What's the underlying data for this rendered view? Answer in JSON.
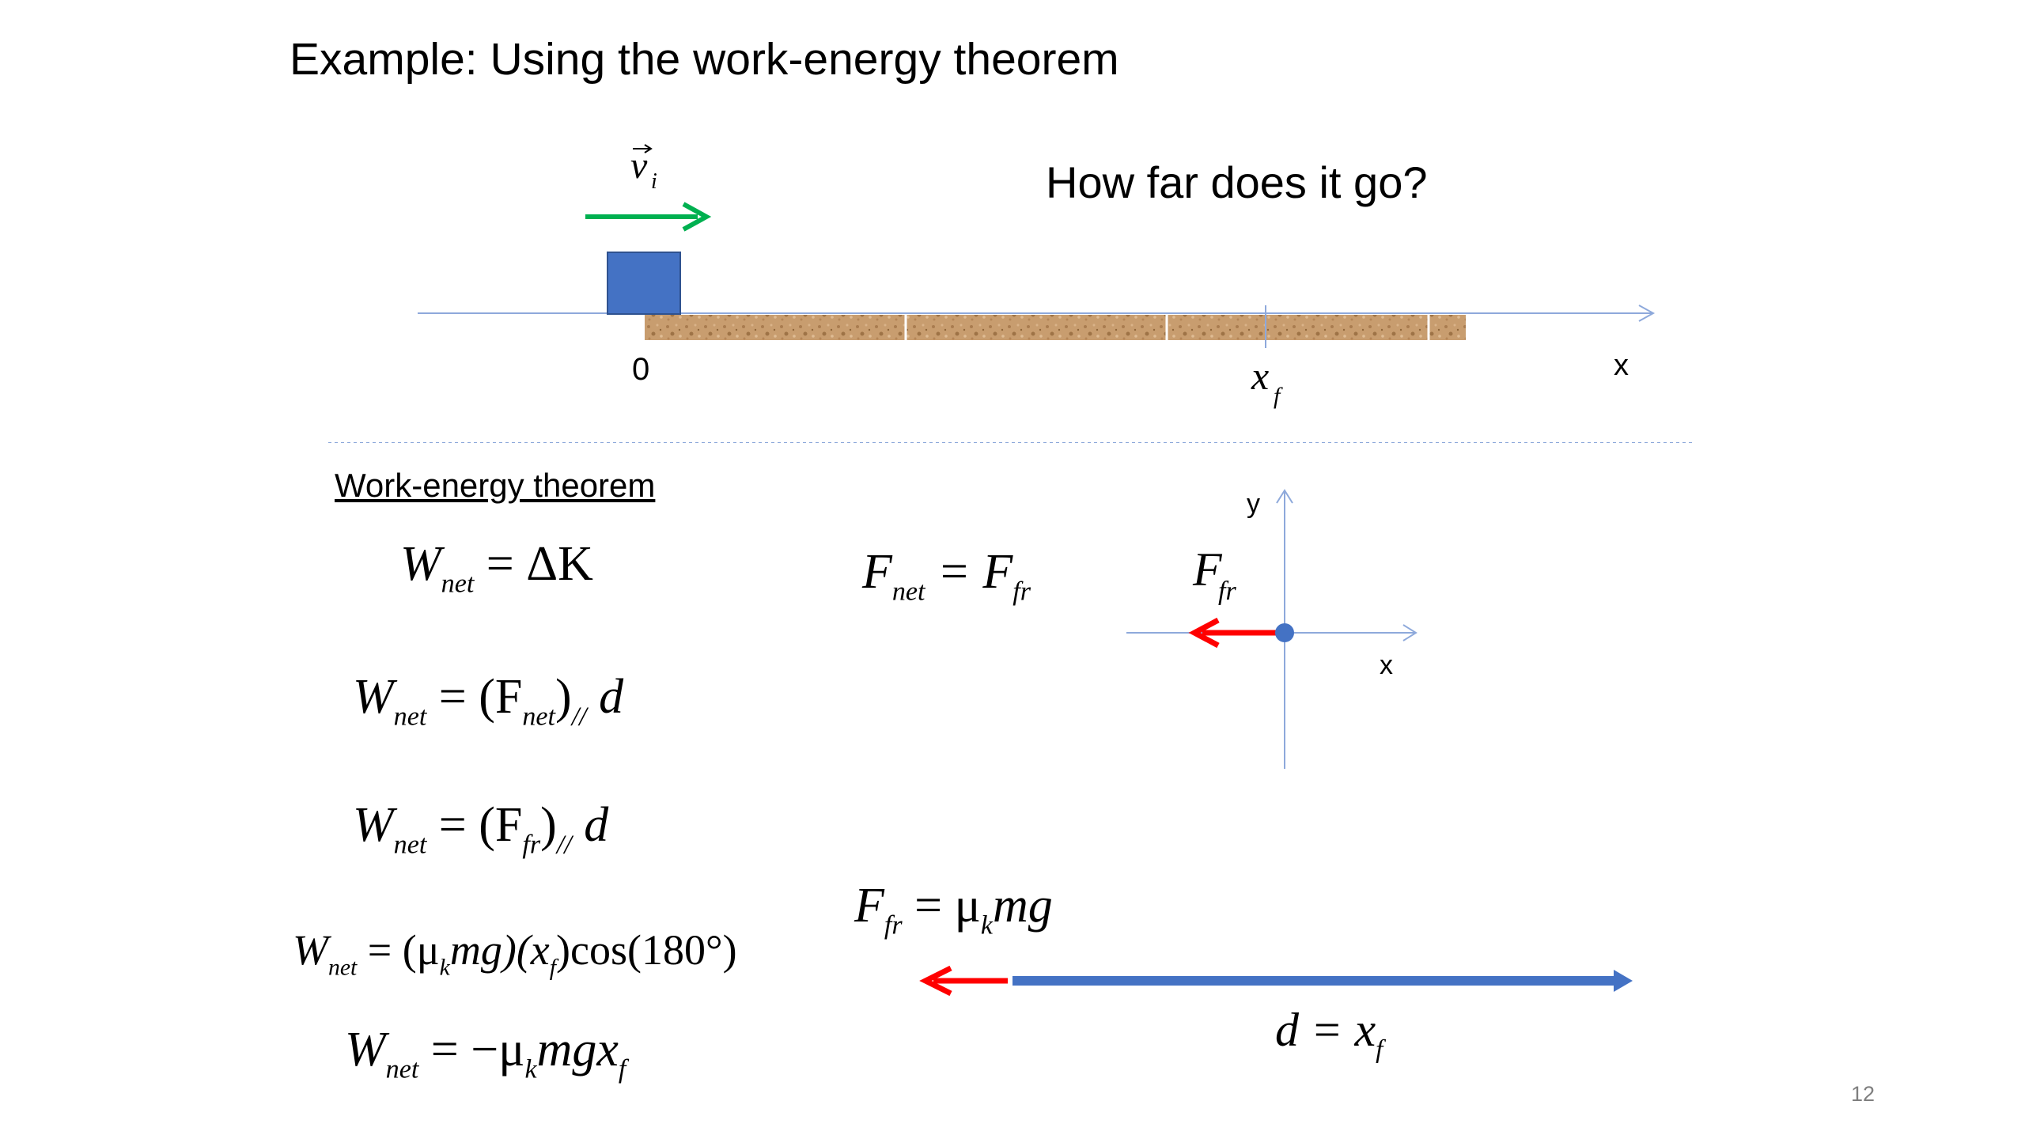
{
  "slide": {
    "title": "Example: Using the work-energy theorem",
    "question": "How far does it go?",
    "page_number": "12",
    "section_heading": "Work-energy theorem"
  },
  "top_diagram": {
    "velocity_label": "v",
    "velocity_sub": "i",
    "origin_label": "0",
    "xf_label": "x",
    "xf_sub": "f",
    "axis_label": "x"
  },
  "equations": {
    "eq1": {
      "lhs": "W",
      "lhs_sub": "net",
      "rhs": "= ΔK"
    },
    "eq2": {
      "lhs": "W",
      "lhs_sub": "net",
      "eq": "= (F",
      "inner_sub": "net",
      "close": ")",
      "par": "//",
      "tail": "d"
    },
    "eq3": {
      "lhs": "W",
      "lhs_sub": "net",
      "eq": "= (F",
      "inner_sub": "fr",
      "close": ")",
      "par": "//",
      "tail": "d"
    },
    "eq4": {
      "lhs": "W",
      "lhs_sub": "net",
      "p1": "= (μ",
      "k": "k",
      "mg": "mg)(x",
      "f": "f",
      "cos": ")cos(180°)"
    },
    "eq5": {
      "lhs": "W",
      "lhs_sub": "net",
      "rhs": "= −μ",
      "k": "k",
      "mgx": "mgx",
      "f": "f"
    },
    "fnet": {
      "lhs": "F",
      "lhs_sub": "net",
      "eq": "= F",
      "rhs_sub": "fr"
    },
    "ffr": {
      "lhs": "F",
      "lhs_sub": "fr",
      "eq": "= μ",
      "k": "k",
      "mg": "mg"
    },
    "d": {
      "text": "d = x",
      "sub": "f"
    }
  },
  "fbd": {
    "y_label": "y",
    "x_label": "x",
    "force_label": "F",
    "force_sub": "fr"
  },
  "colors": {
    "axis": "#8ea9db",
    "block": "#4472c4",
    "velocity_arrow": "#00b050",
    "friction_arrow": "#ff0000",
    "displacement_arrow": "#4472c4",
    "surface": "#c69a6d"
  }
}
